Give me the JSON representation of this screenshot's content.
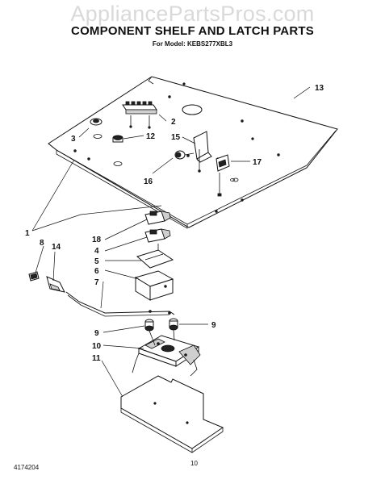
{
  "watermark": "AppliancePartsPros.com",
  "header": {
    "title": "COMPONENT SHELF AND LATCH PARTS",
    "subtitle": "For Model: KEBS277XBL3"
  },
  "footer": {
    "doc_number": "4174204",
    "page_number": "10"
  },
  "callouts": [
    {
      "id": "c13",
      "text": "13"
    },
    {
      "id": "c2",
      "text": "2"
    },
    {
      "id": "c3",
      "text": "3"
    },
    {
      "id": "c12",
      "text": "12"
    },
    {
      "id": "c15",
      "text": "15"
    },
    {
      "id": "c17",
      "text": "17"
    },
    {
      "id": "c16",
      "text": "16"
    },
    {
      "id": "c1",
      "text": "1"
    },
    {
      "id": "c8",
      "text": "8"
    },
    {
      "id": "c14",
      "text": "14"
    },
    {
      "id": "c18",
      "text": "18"
    },
    {
      "id": "c4",
      "text": "4"
    },
    {
      "id": "c5",
      "text": "5"
    },
    {
      "id": "c6",
      "text": "6"
    },
    {
      "id": "c7",
      "text": "7"
    },
    {
      "id": "c9a",
      "text": "9"
    },
    {
      "id": "c9b",
      "text": "9"
    },
    {
      "id": "c10",
      "text": "10"
    },
    {
      "id": "c11",
      "text": "11"
    }
  ]
}
